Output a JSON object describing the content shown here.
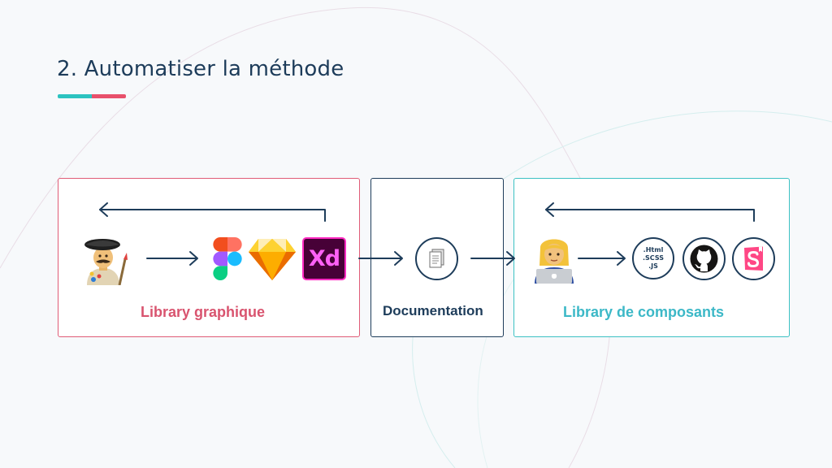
{
  "slide": {
    "title": "2. Automatiser la méthode"
  },
  "panels": {
    "design": {
      "label": "Library graphique"
    },
    "documentation": {
      "label": "Documentation"
    },
    "components": {
      "label": "Library de composants"
    }
  },
  "icons": {
    "designer": "artist-emoji-icon",
    "figma": "figma-icon",
    "sketch": "sketch-icon",
    "xd": "adobe-xd-icon",
    "xd_text": "Xd",
    "document": "document-icon",
    "developer": "developer-emoji-icon",
    "code": "code-files-icon",
    "code_lines": [
      ".Html",
      ".SCSS",
      ".JS"
    ],
    "github": "github-icon",
    "storybook": "storybook-icon"
  },
  "colors": {
    "navy": "#1d3c5a",
    "pink": "#e05c77",
    "teal": "#3cc1c3"
  }
}
